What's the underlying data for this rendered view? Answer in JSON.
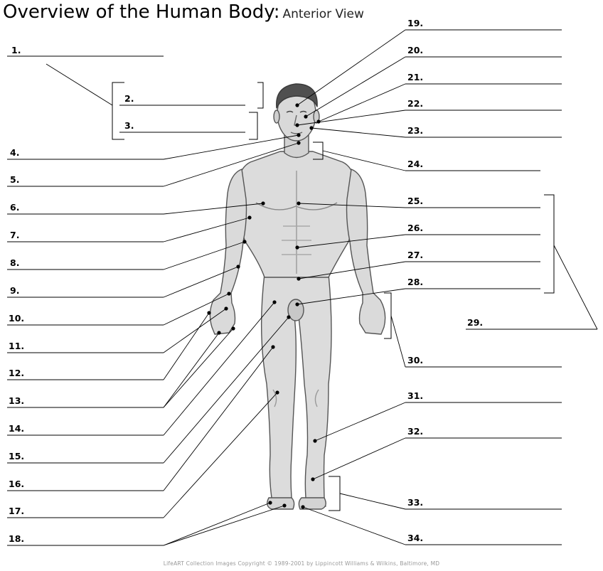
{
  "title": {
    "main": "Overview of the Human Body:",
    "sub": "Anterior View"
  },
  "left_labels": [
    "1.",
    "2.",
    "3.",
    "4.",
    "5.",
    "6.",
    "7.",
    "8.",
    "9.",
    "10.",
    "11.",
    "12.",
    "13.",
    "14.",
    "15.",
    "16.",
    "17.",
    "18."
  ],
  "right_labels": [
    "19.",
    "20.",
    "21.",
    "22.",
    "23.",
    "24.",
    "25.",
    "26.",
    "27.",
    "28.",
    "29.",
    "30.",
    "31.",
    "32.",
    "33.",
    "34."
  ],
  "copyright": "LifeART Collection Images Copyright © 1989-2001 by Lippincott Williams & Wilkins, Baltimore, MD"
}
